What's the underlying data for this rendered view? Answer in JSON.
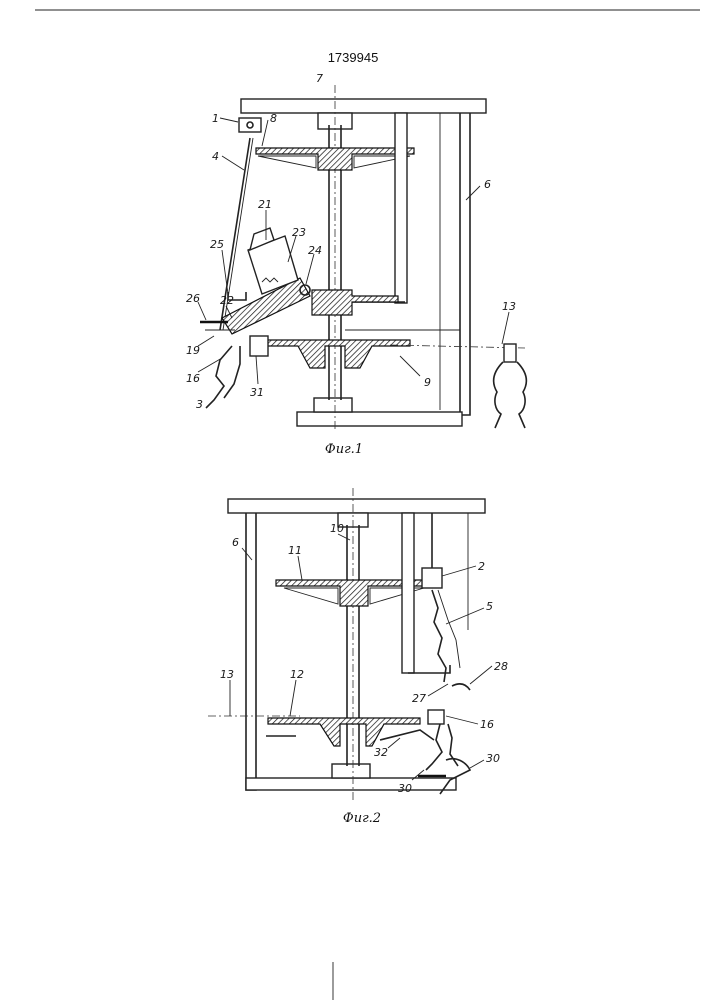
{
  "patent_number": "1739945",
  "figure1": {
    "caption": "Фиг.1",
    "labels": [
      "1",
      "4",
      "7",
      "8",
      "6",
      "21",
      "23",
      "24",
      "25",
      "26",
      "22",
      "19",
      "16",
      "3",
      "31",
      "9",
      "13"
    ]
  },
  "figure2": {
    "caption": "Фиг.2",
    "labels": [
      "10",
      "6",
      "11",
      "2",
      "5",
      "28",
      "27",
      "13",
      "12",
      "16",
      "32",
      "30",
      "30"
    ]
  }
}
